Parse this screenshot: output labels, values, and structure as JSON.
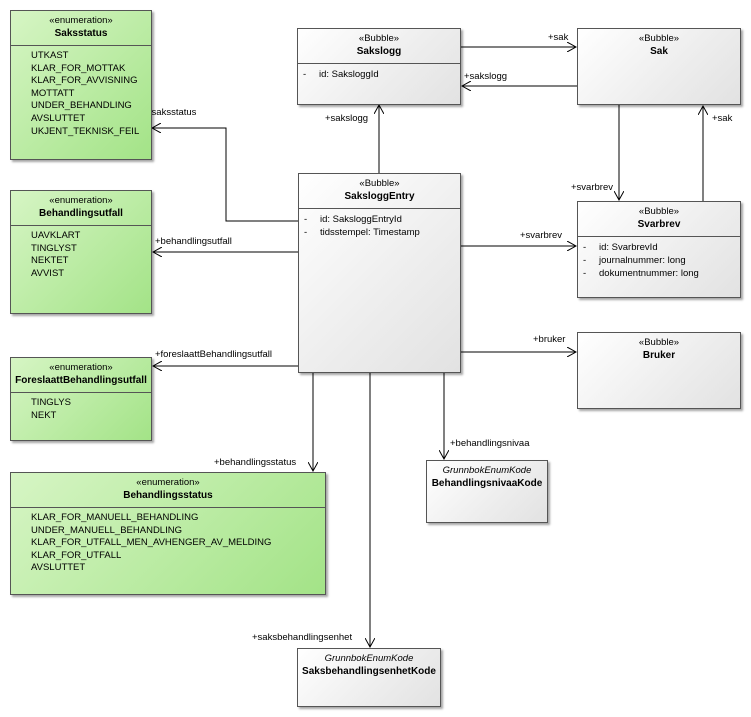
{
  "enumerations": {
    "saksstatus": {
      "stereotype": "«enumeration»",
      "name": "Saksstatus",
      "values": [
        "UTKAST",
        "KLAR_FOR_MOTTAK",
        "KLAR_FOR_AVVISNING",
        "MOTTATT",
        "UNDER_BEHANDLING",
        "AVSLUTTET",
        "UKJENT_TEKNISK_FEIL"
      ]
    },
    "behandlingsutfall": {
      "stereotype": "«enumeration»",
      "name": "Behandlingsutfall",
      "values": [
        "UAVKLART",
        "TINGLYST",
        "NEKTET",
        "AVVIST"
      ]
    },
    "foreslaatt": {
      "stereotype": "«enumeration»",
      "name": "ForeslaattBehandlingsutfall",
      "values": [
        "TINGLYS",
        "NEKT"
      ]
    },
    "behandlingsstatus": {
      "stereotype": "«enumeration»",
      "name": "Behandlingsstatus",
      "values": [
        "KLAR_FOR_MANUELL_BEHANDLING",
        "UNDER_MANUELL_BEHANDLING",
        "KLAR_FOR_UTFALL_MEN_AVHENGER_AV_MELDING",
        "KLAR_FOR_UTFALL",
        "AVSLUTTET"
      ]
    }
  },
  "classes": {
    "sakslogg": {
      "stereotype": "«Bubble»",
      "name": "Sakslogg",
      "attributes": [
        {
          "vis": "-",
          "text": "id: SaksloggId"
        }
      ]
    },
    "sak": {
      "stereotype": "«Bubble»",
      "name": "Sak"
    },
    "saksloggEntry": {
      "stereotype": "«Bubble»",
      "name": "SaksloggEntry",
      "attributes": [
        {
          "vis": "-",
          "text": "id: SaksloggEntryId"
        },
        {
          "vis": "-",
          "text": "tidsstempel: Timestamp"
        }
      ]
    },
    "svarbrev": {
      "stereotype": "«Bubble»",
      "name": "Svarbrev",
      "attributes": [
        {
          "vis": "-",
          "text": "id: SvarbrevId"
        },
        {
          "vis": "-",
          "text": "journalnummer: long"
        },
        {
          "vis": "-",
          "text": "dokumentnummer: long"
        }
      ]
    },
    "bruker": {
      "stereotype": "«Bubble»",
      "name": "Bruker"
    },
    "behandlingsnivaaKode": {
      "stereotype": "GrunnbokEnumKode",
      "name": "BehandlingsnivaaKode"
    },
    "saksbehandlingsenhetKode": {
      "stereotype": "GrunnbokEnumKode",
      "name": "SaksbehandlingsenhetKode"
    }
  },
  "associations": {
    "sak_to_sakslogg": "+sak",
    "sakslogg_to_sak": "+sakslogg",
    "entry_to_sakslogg": "+sakslogg",
    "entry_to_saksstatus": "+saksstatus",
    "entry_to_behandlingsutfall": "+behandlingsutfall",
    "entry_to_svarbrev": "+svarbrev",
    "sak_to_svarbrev": "+svarbrev",
    "svarbrev_to_sak": "+sak",
    "entry_to_foreslaatt": "+foreslaattBehandlingsutfall",
    "entry_to_bruker": "+bruker",
    "entry_to_behandlingsnivaa": "+behandlingsnivaa",
    "entry_to_behandlingsstatus": "+behandlingsstatus",
    "entry_to_saksbehandlingsenhet": "+saksbehandlingsenhet"
  }
}
